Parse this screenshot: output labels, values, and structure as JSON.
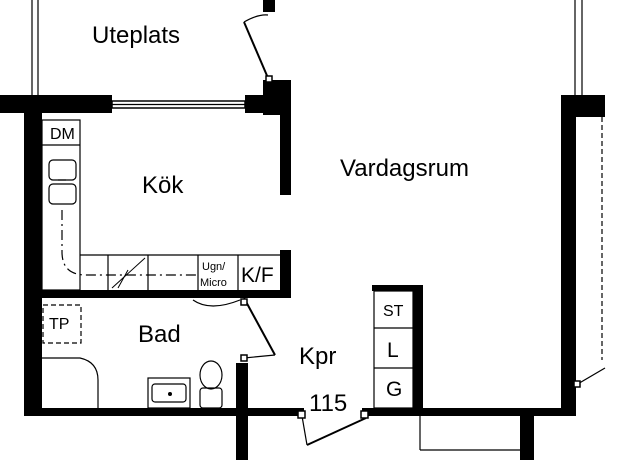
{
  "rooms": {
    "uteplats": "Uteplats",
    "kok": "Kök",
    "vardagsrum": "Vardagsrum",
    "bad": "Bad",
    "kpr": "Kpr",
    "kpr_number": "115"
  },
  "fixtures": {
    "dm": "DM",
    "ugn_line1": "Ugn/",
    "ugn_line2": "Micro",
    "kf": "K/F",
    "tp": "TP",
    "st": "ST",
    "l": "L",
    "g": "G"
  }
}
